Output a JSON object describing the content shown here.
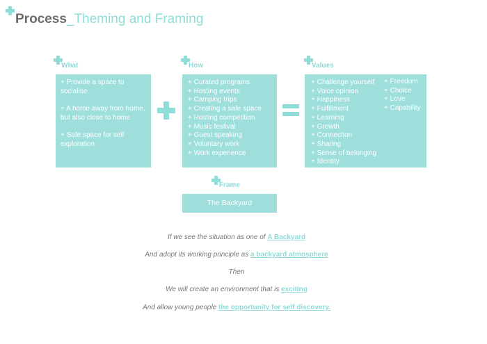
{
  "header": {
    "title_bold": "Process",
    "title_rest": "_Theming and Framing"
  },
  "columns": {
    "what": {
      "label": "What",
      "items": [
        "+ Provide a space to socialise",
        "+ A home away from home, but also close to home",
        "+ Safe space for self exploration"
      ]
    },
    "how": {
      "label": "How",
      "items": [
        "+ Curated programs",
        "+ Hosting events",
        "+ Camping trips",
        "+ Creating a safe space",
        "+ Hosting competition",
        "+ Music festival",
        "+ Guest speaking",
        "+ Voluntary work",
        "+ Work experience"
      ]
    },
    "values": {
      "label": "Values",
      "items_left": [
        "+ Challenge yourself",
        "+ Voice opinion",
        "+ Happiness",
        "+ Fulfillment",
        "+ Learning",
        "+ Growth",
        "+ Connection",
        "+ Sharing",
        "+ Sense of belonging",
        "+ Identity"
      ],
      "items_right": [
        "+ Freedom",
        "+ Choice",
        "+ Love",
        "+ Capability"
      ]
    }
  },
  "frame": {
    "label": "Frame",
    "value": "The Backyard"
  },
  "statements": [
    {
      "text": "If we see the situation as one of ",
      "highlight": "A Backyard"
    },
    {
      "text": "And adopt its working principle as ",
      "highlight": "a backyard atmosphere"
    },
    {
      "text": "Then",
      "highlight": ""
    },
    {
      "text": "We will create an environment that is ",
      "highlight": "exciting"
    },
    {
      "text": "And allow young people ",
      "highlight": "the opportunity for self discovery."
    }
  ],
  "colors": {
    "accent": "#8fdcd9",
    "box_fill": "#9edfdc",
    "title_gray": "#6b6b6b",
    "statement_gray": "#777777"
  }
}
